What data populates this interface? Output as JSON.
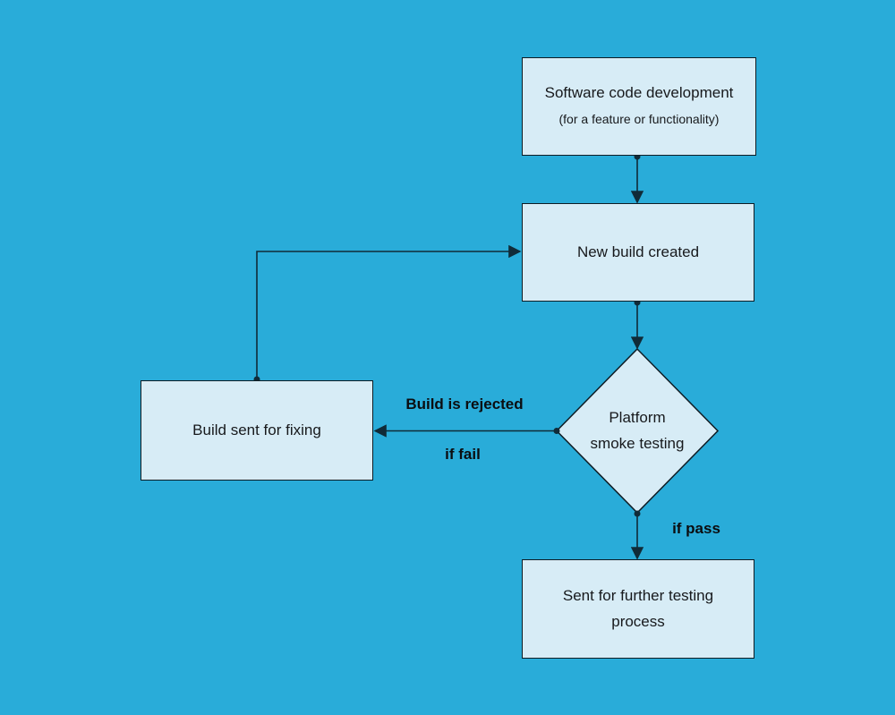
{
  "style": {
    "bg_color": "#29acd9",
    "node_fill": "#d7ecf6",
    "node_border": "#0e1c24",
    "line_color": "#102b38",
    "text_color": "#17191c",
    "label_color": "#0b0d10"
  },
  "diagram": {
    "type": "flowchart",
    "nodes": {
      "software_dev": {
        "shape": "rectangle",
        "main": "Software code development",
        "sub": "(for a feature or functionality)"
      },
      "new_build": {
        "shape": "rectangle",
        "label": "New build created"
      },
      "smoke_testing": {
        "shape": "diamond",
        "label": "Platform smoke testing"
      },
      "build_fixing": {
        "shape": "rectangle",
        "label": "Build sent for fixing"
      },
      "further_testing": {
        "shape": "rectangle",
        "label": "Sent for further testing process"
      }
    },
    "edges": {
      "dev_to_newbuild": {
        "from": "software_dev",
        "to": "new_build"
      },
      "newbuild_to_testing": {
        "from": "new_build",
        "to": "smoke_testing"
      },
      "testing_to_fixing": {
        "from": "smoke_testing",
        "to": "build_fixing",
        "reject_label": "Build is rejected",
        "fail_label": "if fail"
      },
      "testing_to_further": {
        "from": "smoke_testing",
        "to": "further_testing",
        "pass_label": "if pass"
      },
      "fixing_to_newbuild": {
        "from": "build_fixing",
        "to": "new_build"
      }
    }
  }
}
